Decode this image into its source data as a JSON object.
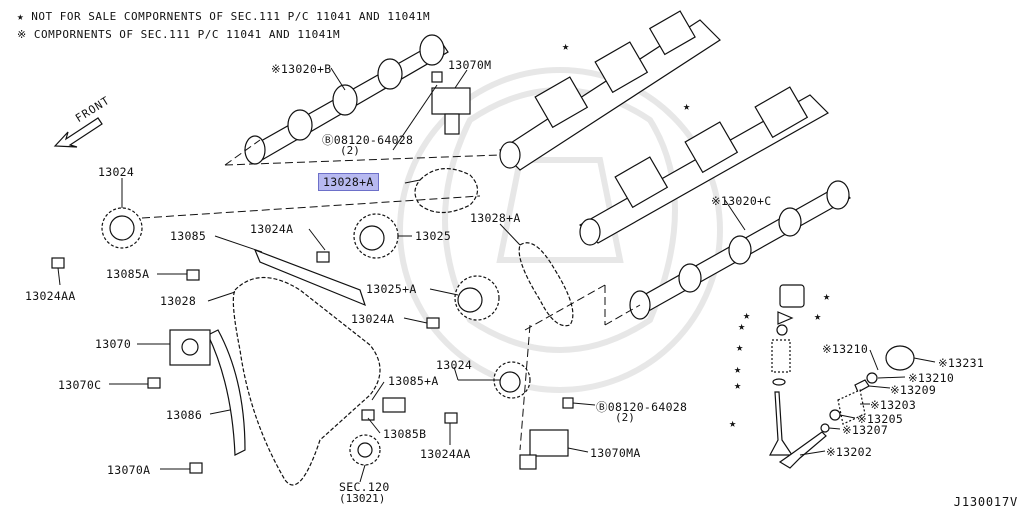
{
  "notes": {
    "star_note": "★ NOT FOR SALE COMPORNENTS OF SEC.111 P/C 11041 AND 11041M",
    "ref_note": "※ COMPORNENTS OF SEC.111 P/C 11041 AND 11041M"
  },
  "front_label": "FRONT",
  "diagram_code": "J130017V",
  "highlight_color": "#b7b9f0",
  "parts": {
    "p13020B": "※13020+B",
    "p13070M": "13070M",
    "p08120_top": "Ⓑ08120-64028",
    "p08120_top_qty": "(2)",
    "p13028A_hl": "13028+A",
    "p13024_top": "13024",
    "p13024A": "13024A",
    "p13025": "13025",
    "p13085": "13085",
    "p13085A": "13085A",
    "p13024AA_left": "13024AA",
    "p13028": "13028",
    "p13028A_mid": "13028+A",
    "p13025A": "13025+A",
    "p13024A_mid": "13024A",
    "p13070": "13070",
    "p13070C": "13070C",
    "p13024_mid": "13024",
    "p13085pA": "13085+A",
    "p13086": "13086",
    "p13085B": "13085B",
    "p13024AA_mid": "13024AA",
    "p08120_bot": "Ⓑ08120-64028",
    "p08120_bot_qty": "(2)",
    "p13070MA": "13070MA",
    "p13070A": "13070A",
    "sec120": "SEC.120",
    "sec120_sub": "(13021)",
    "p13020C": "※13020+C",
    "p13210_a": "※13210",
    "p13231": "※13231",
    "p13210_b": "※13210",
    "p13209": "※13209",
    "p13203": "※13203",
    "p13205": "※13205",
    "p13207": "※13207",
    "p13202": "※13202"
  }
}
